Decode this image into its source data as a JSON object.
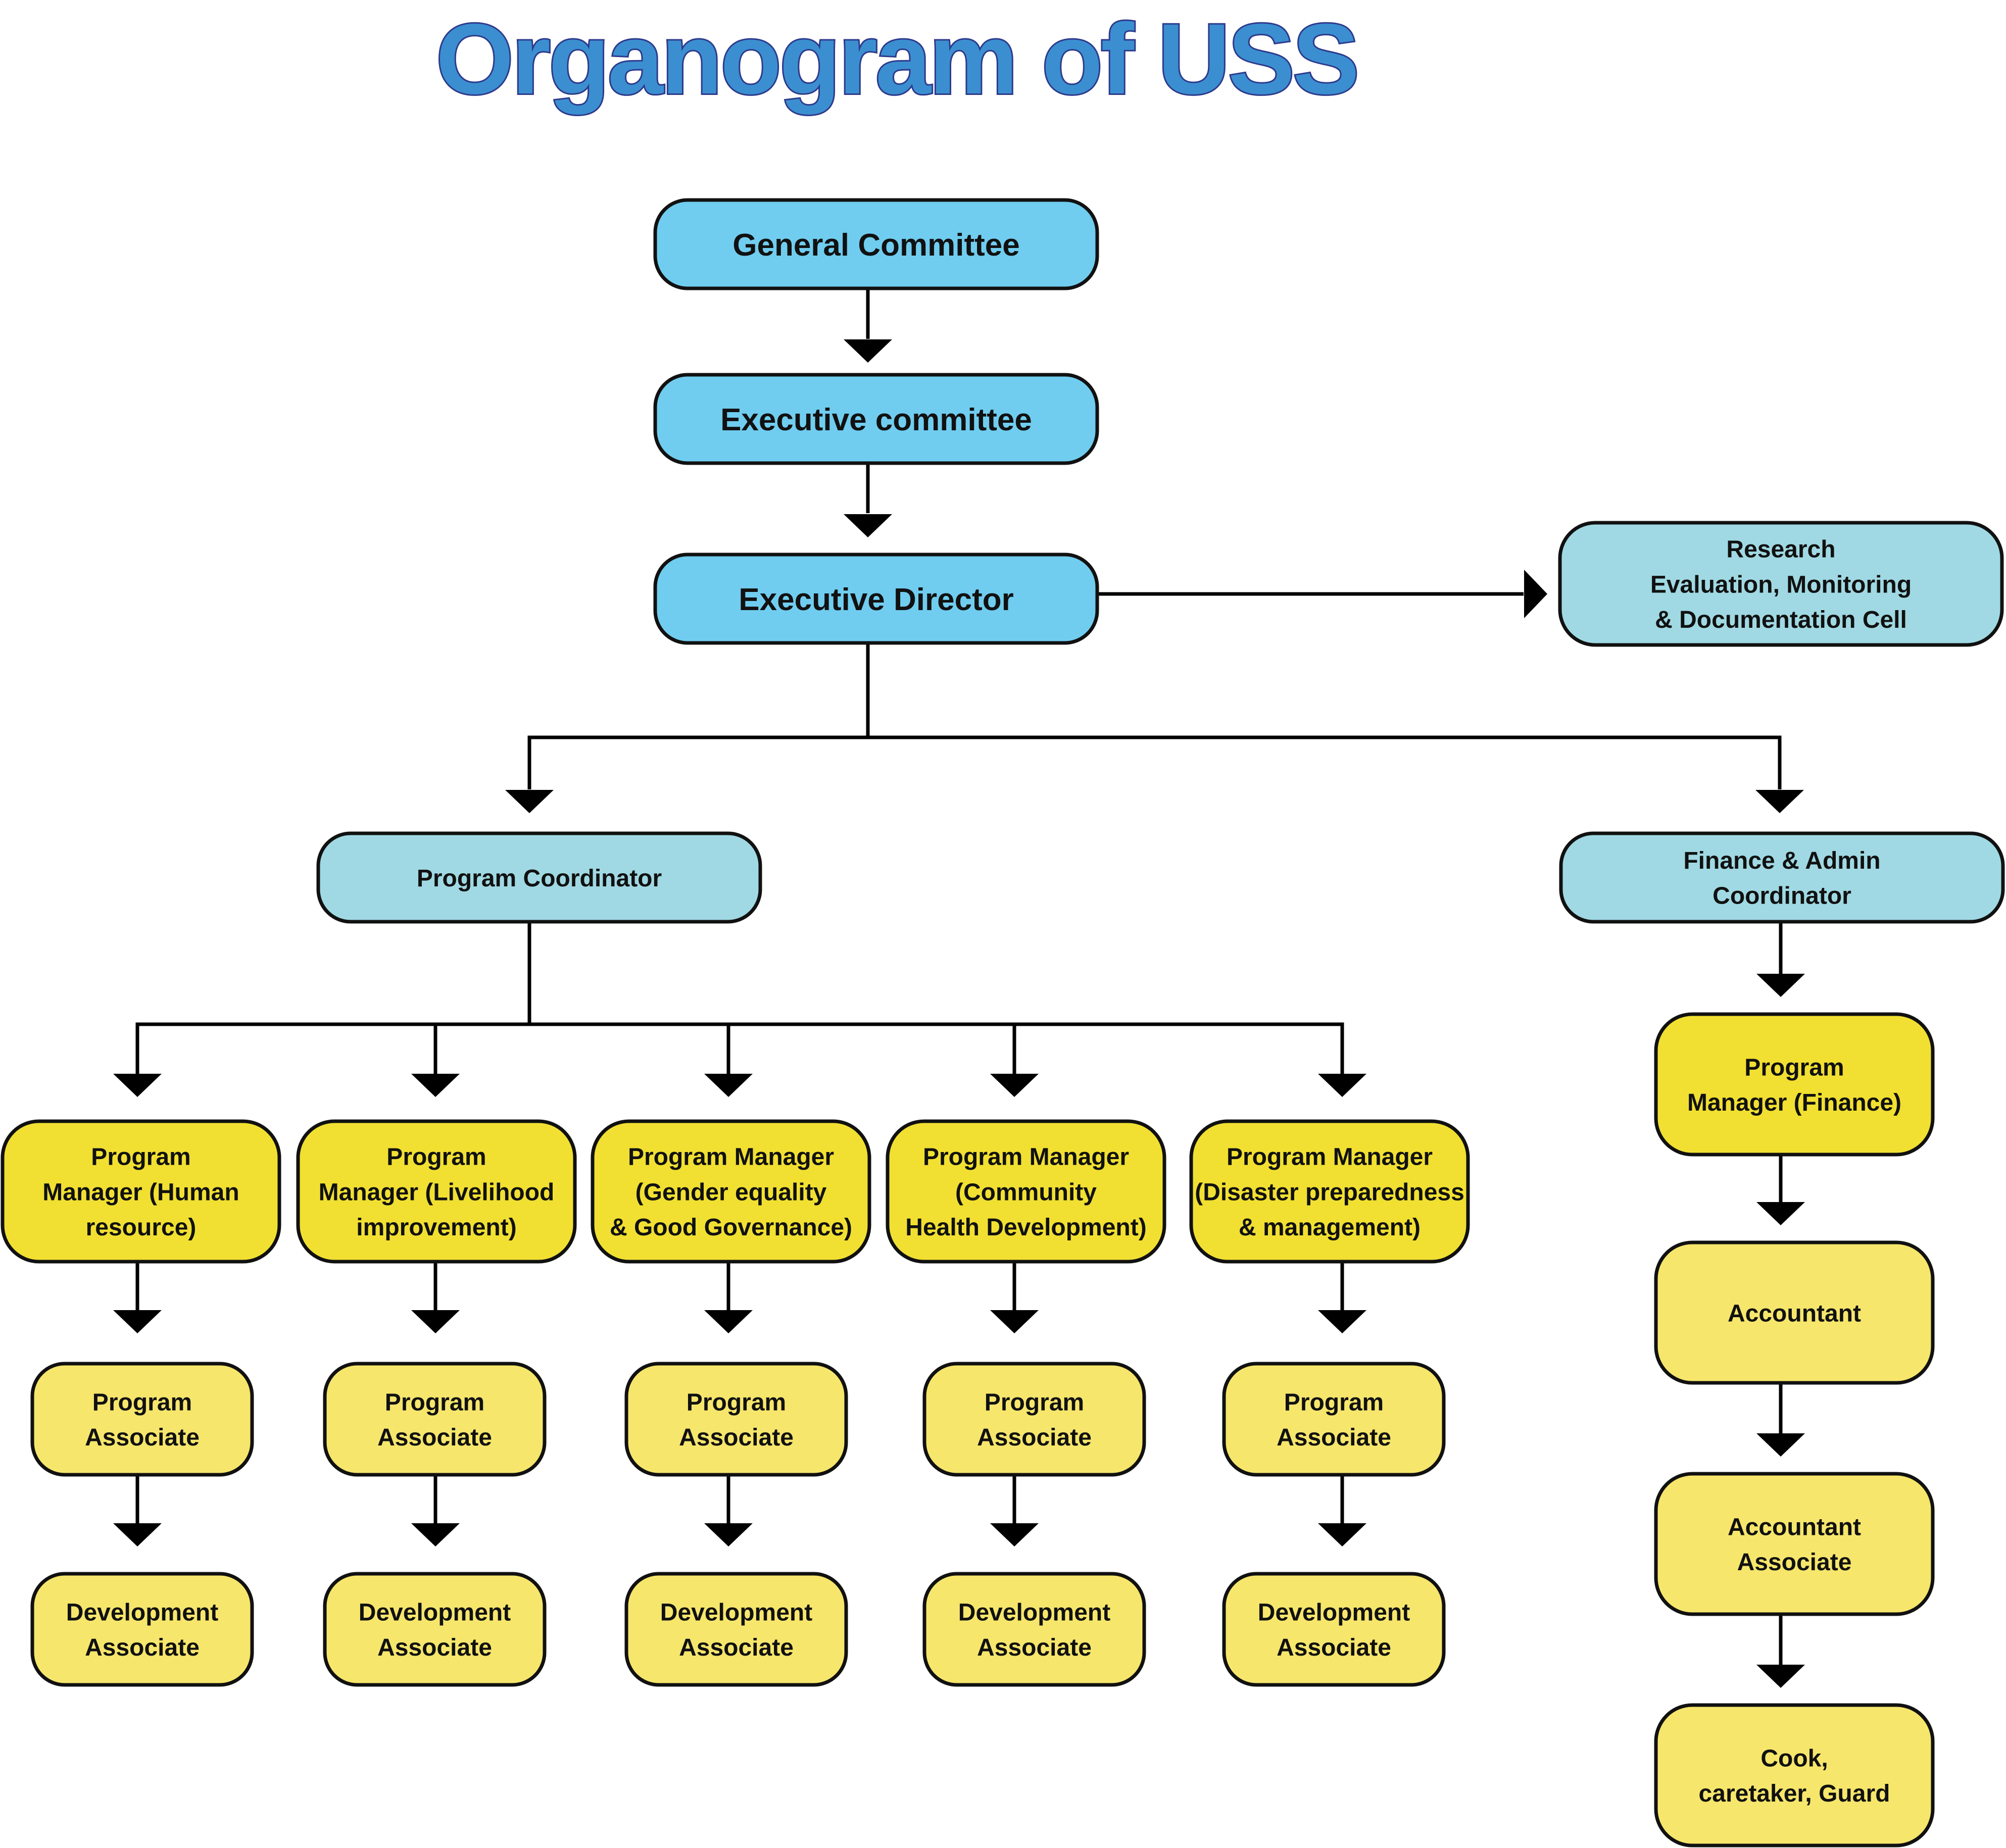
{
  "title": "Organogram of USS",
  "colors": {
    "title_fill": "#3b8fd0",
    "title_outline": "#2e3a8c",
    "node_blue": "#70cdef",
    "node_lightblue": "#a0d9e3",
    "node_yellow_bright": "#f1e031",
    "node_yellow_light": "#f6e66c",
    "stroke": "#111111",
    "connector": "#000000"
  },
  "nodes": {
    "general_committee": {
      "lines": [
        "General Committee"
      ],
      "color": "node_blue"
    },
    "executive_committee": {
      "lines": [
        "Executive committee"
      ],
      "color": "node_blue"
    },
    "executive_director": {
      "lines": [
        "Executive Director"
      ],
      "color": "node_blue"
    },
    "research_cell": {
      "lines": [
        "Research",
        "Evaluation, Monitoring",
        "& Documentation Cell"
      ],
      "color": "node_lightblue"
    },
    "program_coordinator": {
      "lines": [
        "Program Coordinator"
      ],
      "color": "node_lightblue"
    },
    "finance_admin_coordinator": {
      "lines": [
        "Finance & Admin",
        "Coordinator"
      ],
      "color": "node_lightblue"
    },
    "pm_human_resource": {
      "lines": [
        "Program",
        "Manager (Human",
        "resource)"
      ],
      "color": "node_yellow_bright"
    },
    "pm_livelihood": {
      "lines": [
        "Program",
        "Manager (Livelihood",
        "improvement)"
      ],
      "color": "node_yellow_bright"
    },
    "pm_gender": {
      "lines": [
        "Program Manager",
        "(Gender equality",
        "& Good Governance)"
      ],
      "color": "node_yellow_bright"
    },
    "pm_community_health": {
      "lines": [
        "Program Manager",
        "(Community",
        "Health Development)"
      ],
      "color": "node_yellow_bright"
    },
    "pm_disaster": {
      "lines": [
        "Program Manager",
        "(Disaster preparedness",
        "& management)"
      ],
      "color": "node_yellow_bright"
    },
    "pa_1": {
      "lines": [
        "Program",
        "Associate"
      ],
      "color": "node_yellow_light"
    },
    "pa_2": {
      "lines": [
        "Program",
        "Associate"
      ],
      "color": "node_yellow_light"
    },
    "pa_3": {
      "lines": [
        "Program",
        "Associate"
      ],
      "color": "node_yellow_light"
    },
    "pa_4": {
      "lines": [
        "Program",
        "Associate"
      ],
      "color": "node_yellow_light"
    },
    "pa_5": {
      "lines": [
        "Program",
        "Associate"
      ],
      "color": "node_yellow_light"
    },
    "da_1": {
      "lines": [
        "Development",
        "Associate"
      ],
      "color": "node_yellow_light"
    },
    "da_2": {
      "lines": [
        "Development",
        "Associate"
      ],
      "color": "node_yellow_light"
    },
    "da_3": {
      "lines": [
        "Development",
        "Associate"
      ],
      "color": "node_yellow_light"
    },
    "da_4": {
      "lines": [
        "Development",
        "Associate"
      ],
      "color": "node_yellow_light"
    },
    "da_5": {
      "lines": [
        "Development",
        "Associate"
      ],
      "color": "node_yellow_light"
    },
    "pm_finance": {
      "lines": [
        "Program",
        "Manager (Finance)"
      ],
      "color": "node_yellow_bright"
    },
    "accountant": {
      "lines": [
        "Accountant"
      ],
      "color": "node_yellow_light"
    },
    "accountant_associate": {
      "lines": [
        "Accountant",
        "Associate"
      ],
      "color": "node_yellow_light"
    },
    "cook_caretaker_guard": {
      "lines": [
        "Cook,",
        "caretaker, Guard"
      ],
      "color": "node_yellow_light"
    }
  },
  "edges": [
    [
      "general_committee",
      "executive_committee"
    ],
    [
      "executive_committee",
      "executive_director"
    ],
    [
      "executive_director",
      "research_cell"
    ],
    [
      "executive_director",
      "program_coordinator"
    ],
    [
      "executive_director",
      "finance_admin_coordinator"
    ],
    [
      "program_coordinator",
      "pm_human_resource"
    ],
    [
      "program_coordinator",
      "pm_livelihood"
    ],
    [
      "program_coordinator",
      "pm_gender"
    ],
    [
      "program_coordinator",
      "pm_community_health"
    ],
    [
      "program_coordinator",
      "pm_disaster"
    ],
    [
      "pm_human_resource",
      "pa_1"
    ],
    [
      "pm_livelihood",
      "pa_2"
    ],
    [
      "pm_gender",
      "pa_3"
    ],
    [
      "pm_community_health",
      "pa_4"
    ],
    [
      "pm_disaster",
      "pa_5"
    ],
    [
      "pa_1",
      "da_1"
    ],
    [
      "pa_2",
      "da_2"
    ],
    [
      "pa_3",
      "da_3"
    ],
    [
      "pa_4",
      "da_4"
    ],
    [
      "pa_5",
      "da_5"
    ],
    [
      "finance_admin_coordinator",
      "pm_finance"
    ],
    [
      "pm_finance",
      "accountant"
    ],
    [
      "accountant",
      "accountant_associate"
    ],
    [
      "accountant_associate",
      "cook_caretaker_guard"
    ]
  ]
}
